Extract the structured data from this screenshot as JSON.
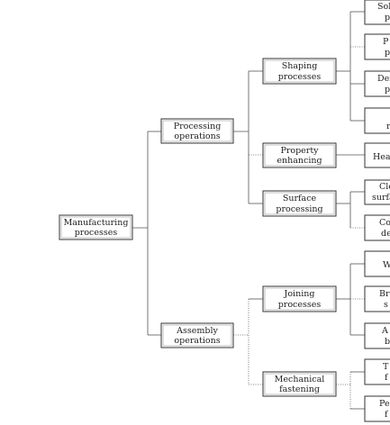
{
  "diagram": {
    "nodes": {
      "root": [
        "Manufacturing",
        "processes"
      ],
      "processing": [
        "Processing",
        "operations"
      ],
      "assembly": [
        "Assembly",
        "operations"
      ],
      "shaping": [
        "Shaping",
        "processes"
      ],
      "property": [
        "Property",
        "enhancing"
      ],
      "surface": [
        "Surface",
        "processing"
      ],
      "joining": [
        "Joining",
        "processes"
      ],
      "mechanical": [
        "Mechanical",
        "fastening"
      ],
      "leaf_solid": [
        "Soli",
        "p"
      ],
      "leaf_particulate": [
        "P",
        "p"
      ],
      "leaf_deformation": [
        "Def",
        "p"
      ],
      "leaf_material_removal": [
        "",
        "r"
      ],
      "leaf_heat": [
        "Heat",
        ""
      ],
      "leaf_cleaning": [
        "Cle",
        "surfa"
      ],
      "leaf_coating": [
        "Co",
        "de"
      ],
      "leaf_welding": [
        "W",
        ""
      ],
      "leaf_brazing": [
        "Br",
        "s"
      ],
      "leaf_adhesive": [
        "A",
        "b"
      ],
      "leaf_threaded": [
        "T",
        "f"
      ],
      "leaf_permanent": [
        "Pe",
        "f"
      ]
    }
  }
}
